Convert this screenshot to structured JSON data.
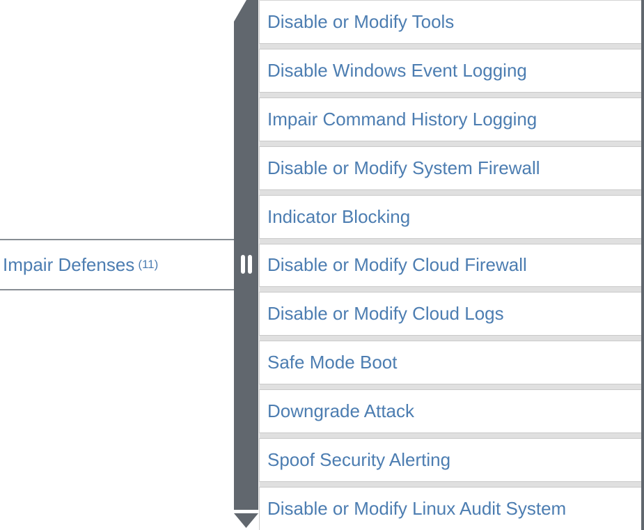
{
  "technique": {
    "label": "Impair Defenses",
    "count": "(11)"
  },
  "subtechniques": [
    "Disable or Modify Tools",
    "Disable Windows Event Logging",
    "Impair Command History Logging",
    "Disable or Modify System Firewall",
    "Indicator Blocking",
    "Disable or Modify Cloud Firewall",
    "Disable or Modify Cloud Logs",
    "Safe Mode Boot",
    "Downgrade Attack",
    "Spoof Security Alerting",
    "Disable or Modify Linux Audit System"
  ],
  "icons": {
    "subtechniques_expander": "pause-bars-icon"
  },
  "colors": {
    "link_blue": "#4c7db1",
    "connector_bar_gray": "#61676e",
    "separator_band": "#e0e0e0",
    "separator_edge": "#c9c9c9",
    "technique_cell_border": "#878d93",
    "column_right_border": "#61676e",
    "cell_background": "#ffffff"
  }
}
